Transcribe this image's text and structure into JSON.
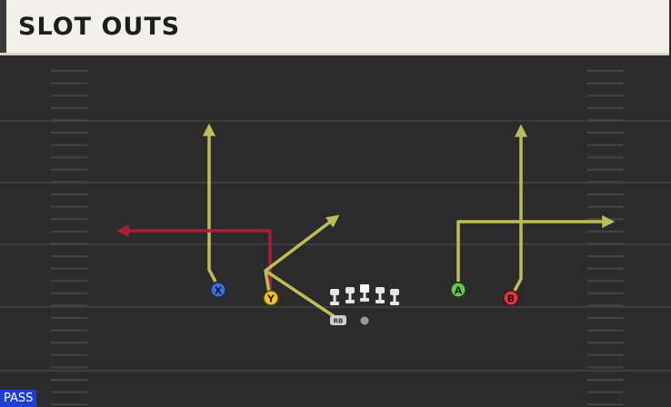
{
  "header": {
    "title": "SLOT OUTS"
  },
  "play_type": {
    "label": "PASS"
  },
  "colors": {
    "field": "#2b2b2c",
    "route_primary": "#bdbd5a",
    "route_highlight": "#a51f35",
    "x_receiver": "#3e73d9",
    "y_receiver": "#f0c71f",
    "a_receiver": "#6cc94d",
    "b_receiver": "#e2354a"
  },
  "players": {
    "x": {
      "label": "X"
    },
    "y": {
      "label": "Y"
    },
    "a": {
      "label": "A"
    },
    "b": {
      "label": "B"
    },
    "rb": {
      "label": "RB"
    }
  }
}
